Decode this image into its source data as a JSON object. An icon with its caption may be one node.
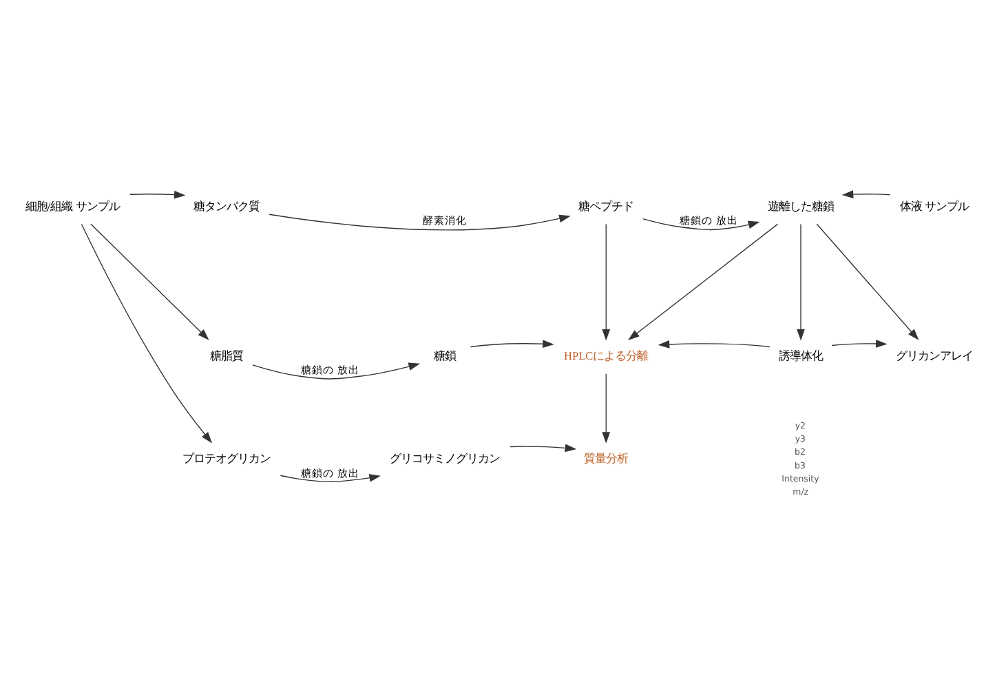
{
  "diagram": {
    "nodes": [
      {
        "text": [
          "細胞/組織 サンプル"
        ]
      },
      {
        "text": [
          "糖タンパク質"
        ]
      },
      {
        "text": [
          "糖ペプチド"
        ]
      },
      {
        "text": [
          "遊離した糖鎖"
        ]
      },
      {
        "text": [
          "体液 サンプル"
        ]
      },
      {
        "text": [
          "糖脂質"
        ]
      },
      {
        "text": [
          "糖鎖"
        ]
      },
      {
        "text": [
          "HPLCによる分離"
        ]
      },
      {
        "text": [
          "誘導体化"
        ]
      },
      {
        "text": [
          "グリカンアレイ"
        ]
      },
      {
        "text": [
          "プロテオグリカン"
        ]
      },
      {
        "text": [
          "グリコサミノグリカン"
        ]
      },
      {
        "text": [
          "質量分析"
        ]
      }
    ],
    "edges": [
      {
        "from": 0,
        "to": 1,
        "arrow": "to"
      },
      {
        "from": 1,
        "to": 2,
        "arrow": "to",
        "label": "酵素消化"
      },
      {
        "from": 2,
        "to": 3,
        "arrow": "to",
        "label": "糖鎖の 放出"
      },
      {
        "from": 4,
        "to": 3,
        "arrow": "to"
      },
      {
        "from": 0,
        "to": 5,
        "arrow": "to"
      },
      {
        "from": 0,
        "to": 10,
        "arrow": "to"
      },
      {
        "from": 5,
        "to": 6,
        "arrow": "to",
        "label": "糖鎖の 放出"
      },
      {
        "from": 6,
        "to": 7,
        "arrow": "to"
      },
      {
        "from": 2,
        "to": 7,
        "arrow": "to"
      },
      {
        "from": 3,
        "to": 7,
        "arrow": "to"
      },
      {
        "from": 3,
        "to": 8,
        "arrow": "to"
      },
      {
        "from": 3,
        "to": 9,
        "arrow": "to"
      },
      {
        "from": 8,
        "to": 7,
        "arrow": "to"
      },
      {
        "from": 8,
        "to": 9,
        "arrow": "to"
      },
      {
        "from": 7,
        "to": 12,
        "arrow": "to"
      },
      {
        "from": 10,
        "to": 11,
        "arrow": "to",
        "label": "糖鎖の 放出"
      },
      {
        "from": 11,
        "to": 12,
        "arrow": "to"
      }
    ],
    "labels": [
      "y2",
      "y3",
      "b2",
      "b3",
      "Intensity",
      "m/z"
    ]
  }
}
